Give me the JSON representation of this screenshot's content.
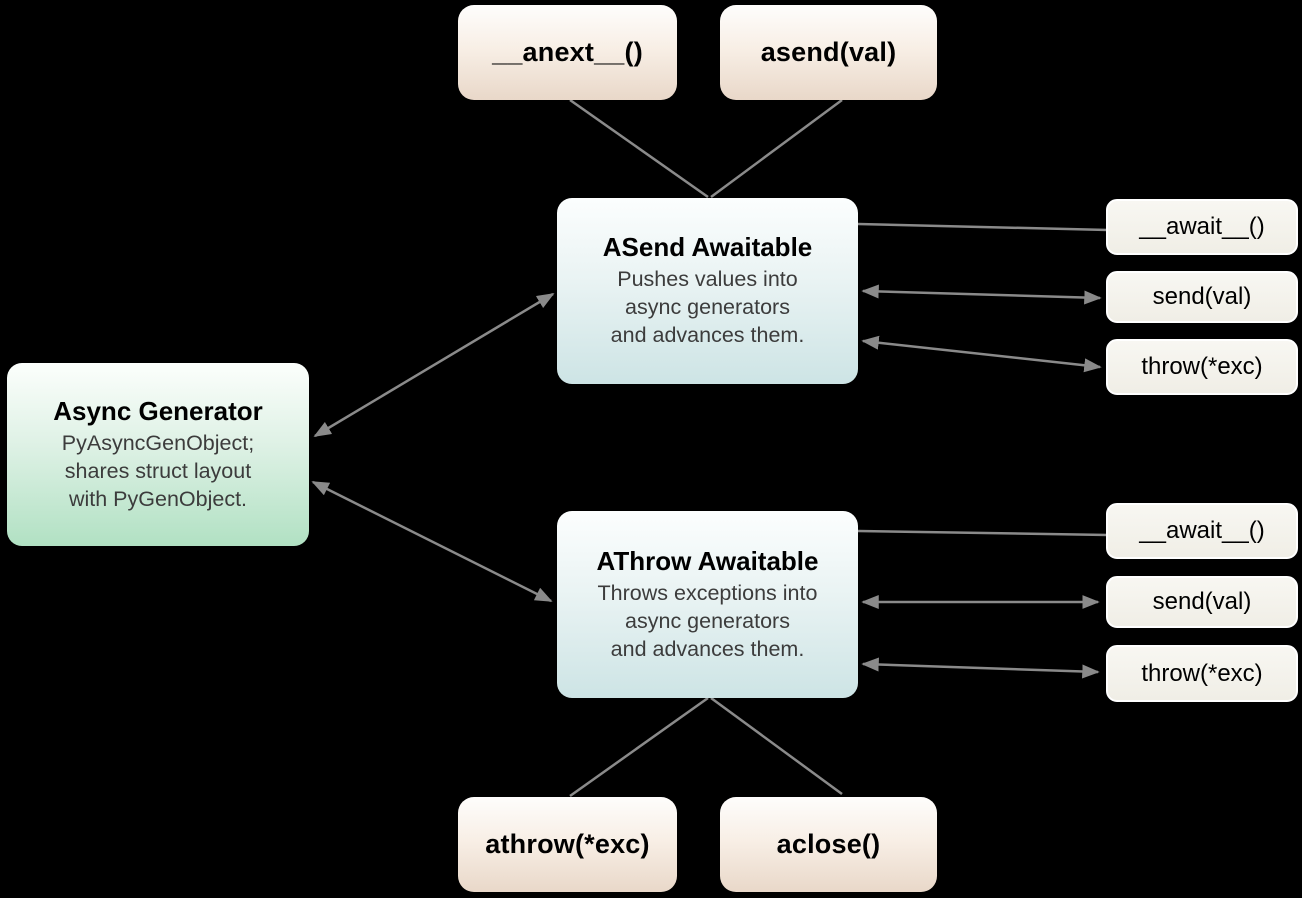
{
  "colors": {
    "background": "#000000",
    "edge": "#8a8a8a",
    "generator_fill_bottom": "#b1e1c3",
    "awaitable_fill_bottom": "#cde4e5",
    "api_call_fill_bottom": "#e9d8c9",
    "method_fill": "#f0eee6"
  },
  "nodes": {
    "anext": {
      "label": "__anext__()"
    },
    "asend": {
      "label": "asend(val)"
    },
    "asend_awaitable": {
      "title": "ASend Awaitable",
      "desc": [
        "Pushes values into",
        "async generators",
        "and advances them."
      ]
    },
    "async_generator": {
      "title": "Async Generator",
      "desc": [
        "PyAsyncGenObject;",
        "shares struct layout",
        "with PyGenObject."
      ]
    },
    "athrow_awaitable": {
      "title": "AThrow Awaitable",
      "desc": [
        "Throws exceptions into",
        "async generators",
        "and advances them."
      ]
    },
    "asend_methods": [
      {
        "label": "__await__()"
      },
      {
        "label": "send(val)"
      },
      {
        "label": "throw(*exc)"
      }
    ],
    "athrow_methods": [
      {
        "label": "__await__()"
      },
      {
        "label": "send(val)"
      },
      {
        "label": "throw(*exc)"
      }
    ],
    "athrow_fn": {
      "label": "athrow(*exc)"
    },
    "aclose": {
      "label": "aclose()"
    }
  }
}
